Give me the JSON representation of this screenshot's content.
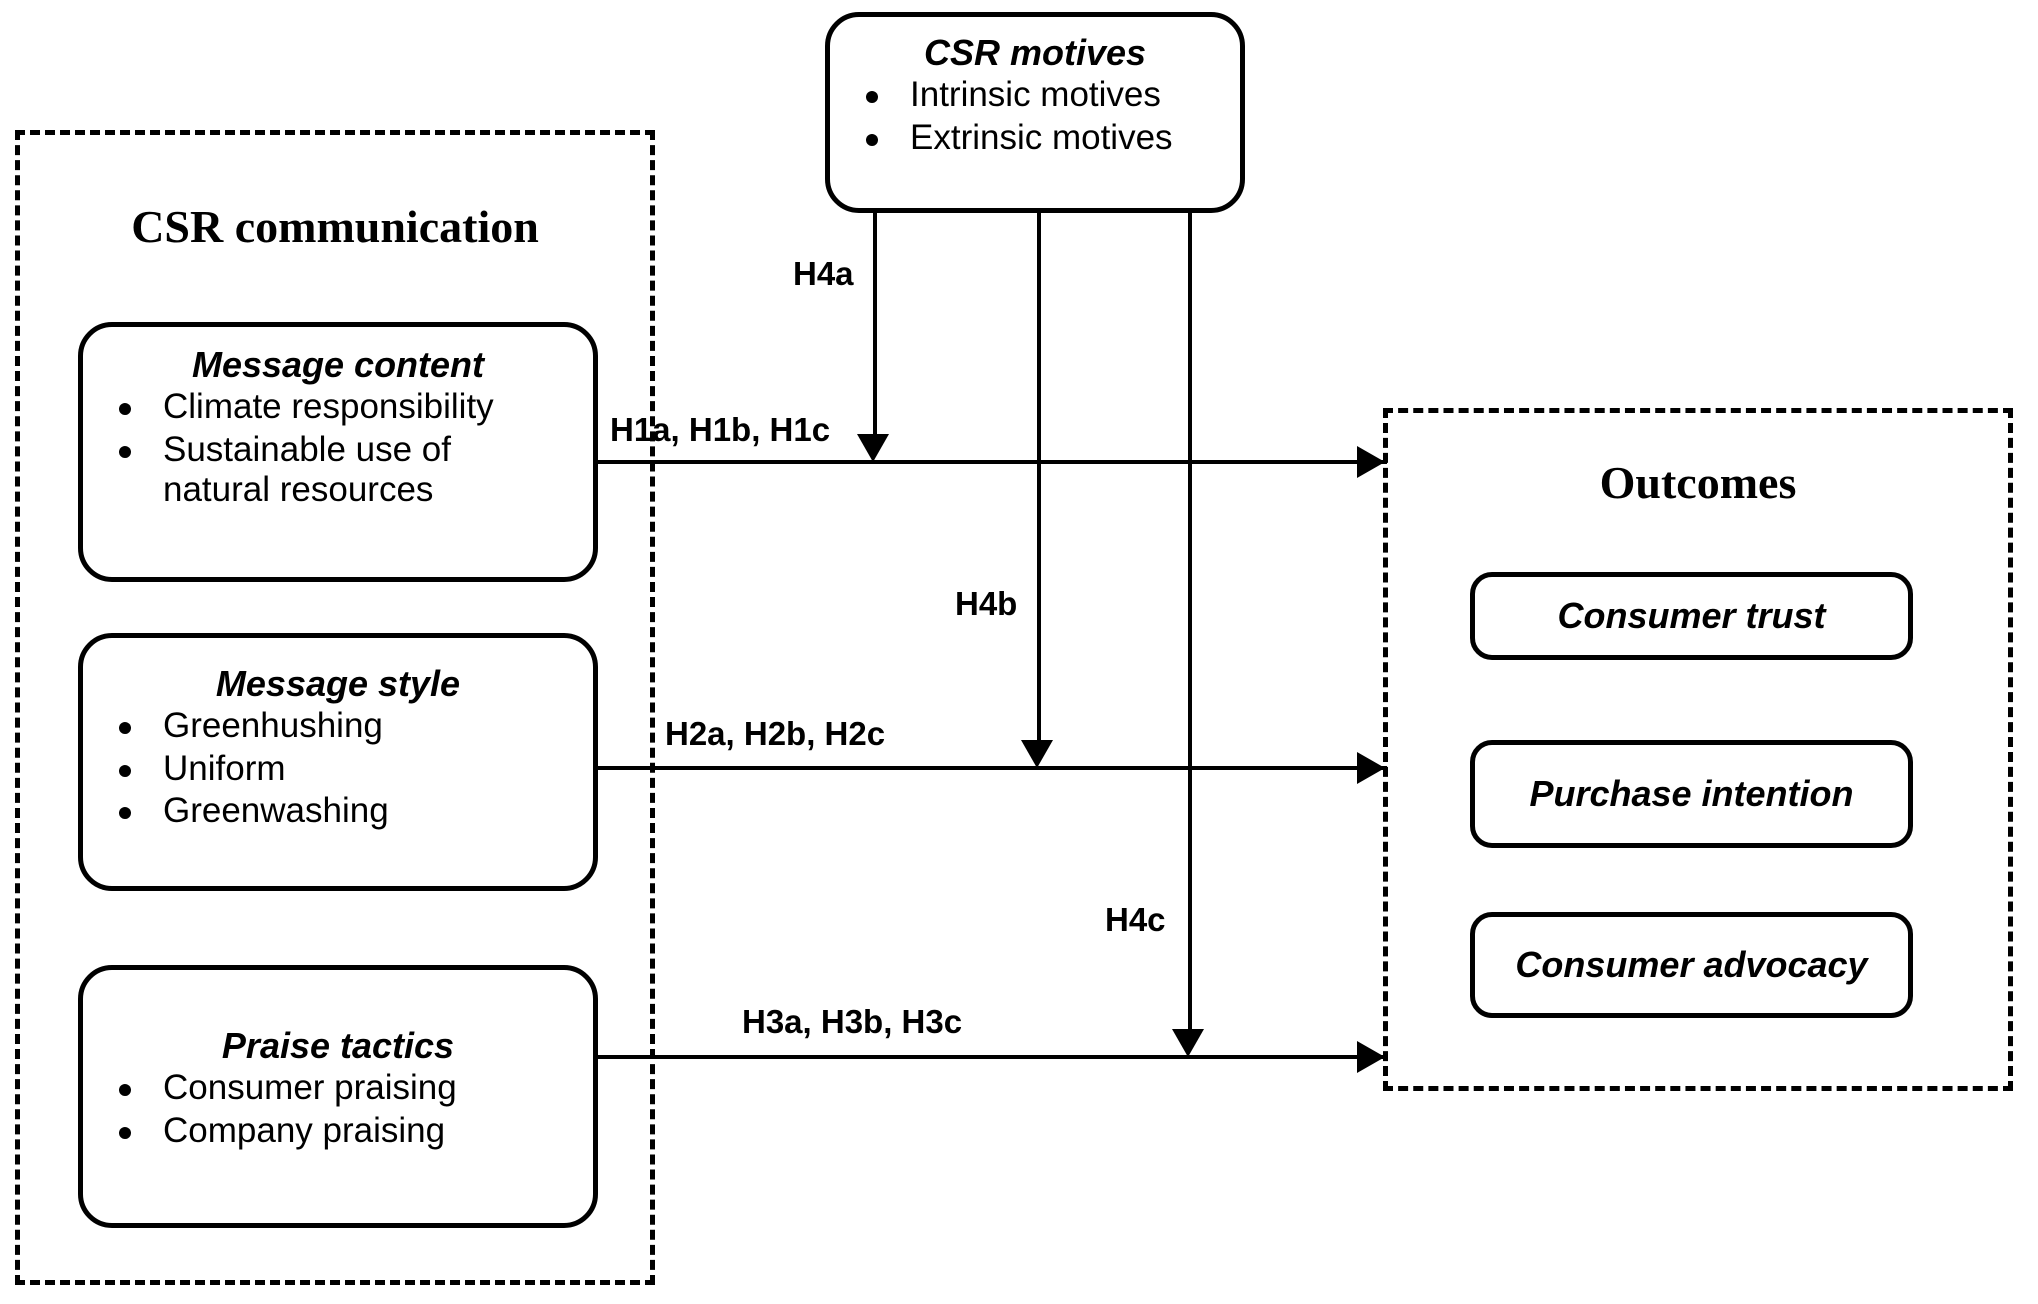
{
  "groups": {
    "csr_communication": {
      "heading": "CSR communication"
    },
    "outcomes": {
      "heading": "Outcomes"
    }
  },
  "boxes": {
    "message_content": {
      "title": "Message content",
      "items": [
        "Climate responsibility",
        "Sustainable use of",
        "natural resources"
      ],
      "item_1": "Climate responsibility",
      "item_2_line_1": "Sustainable use of",
      "item_2_line_2": "natural resources"
    },
    "message_style": {
      "title": "Message style",
      "item_1": "Greenhushing",
      "item_2": "Uniform",
      "item_3": "Greenwashing"
    },
    "praise_tactics": {
      "title": "Praise tactics",
      "item_1": "Consumer praising",
      "item_2": "Company praising"
    },
    "csr_motives": {
      "title": "CSR motives",
      "item_1": "Intrinsic motives",
      "item_2": "Extrinsic motives"
    }
  },
  "outcomes": {
    "consumer_trust": "Consumer trust",
    "purchase_intention": "Purchase intention",
    "consumer_advocacy": "Consumer advocacy"
  },
  "hypotheses": {
    "h1": "H1a, H1b, H1c",
    "h2": "H2a, H2b, H2c",
    "h3": "H3a, H3b, H3c",
    "h4a": "H4a",
    "h4b": "H4b",
    "h4c": "H4c"
  },
  "colors": {
    "stroke": "#000000",
    "background": "#ffffff"
  }
}
